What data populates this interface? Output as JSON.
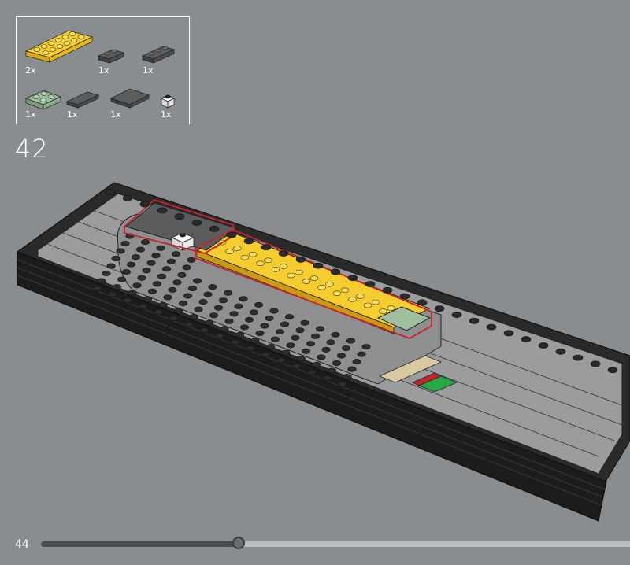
{
  "step": {
    "number": "42"
  },
  "page": {
    "number": "44"
  },
  "progress": {
    "fraction": 0.33
  },
  "parts": [
    {
      "name": "yellow-plate-2x6",
      "qty": "2x",
      "color": "#f5cd2f"
    },
    {
      "name": "dark-grey-plate-1x2",
      "qty": "1x",
      "color": "#5a5c5e"
    },
    {
      "name": "dark-grey-plate-1x3",
      "qty": "1x",
      "color": "#5a5c5e"
    },
    {
      "name": "sand-green-plate-2x2",
      "qty": "1x",
      "color": "#9fbf9f"
    },
    {
      "name": "dark-grey-tile-1x3",
      "qty": "1x",
      "color": "#5a5c5e"
    },
    {
      "name": "dark-grey-tile-2x3",
      "qty": "1x",
      "color": "#5a5c5e"
    },
    {
      "name": "white-brick-1x1",
      "qty": "1x",
      "color": "#f4f4f4"
    }
  ],
  "colors": {
    "background": "#8a8d8f",
    "highlight": "#c8232c",
    "yellow": "#f5cd2f",
    "sand_green": "#9fbf9f",
    "dark_grey": "#5a5c5e",
    "black": "#1e1e1e"
  }
}
